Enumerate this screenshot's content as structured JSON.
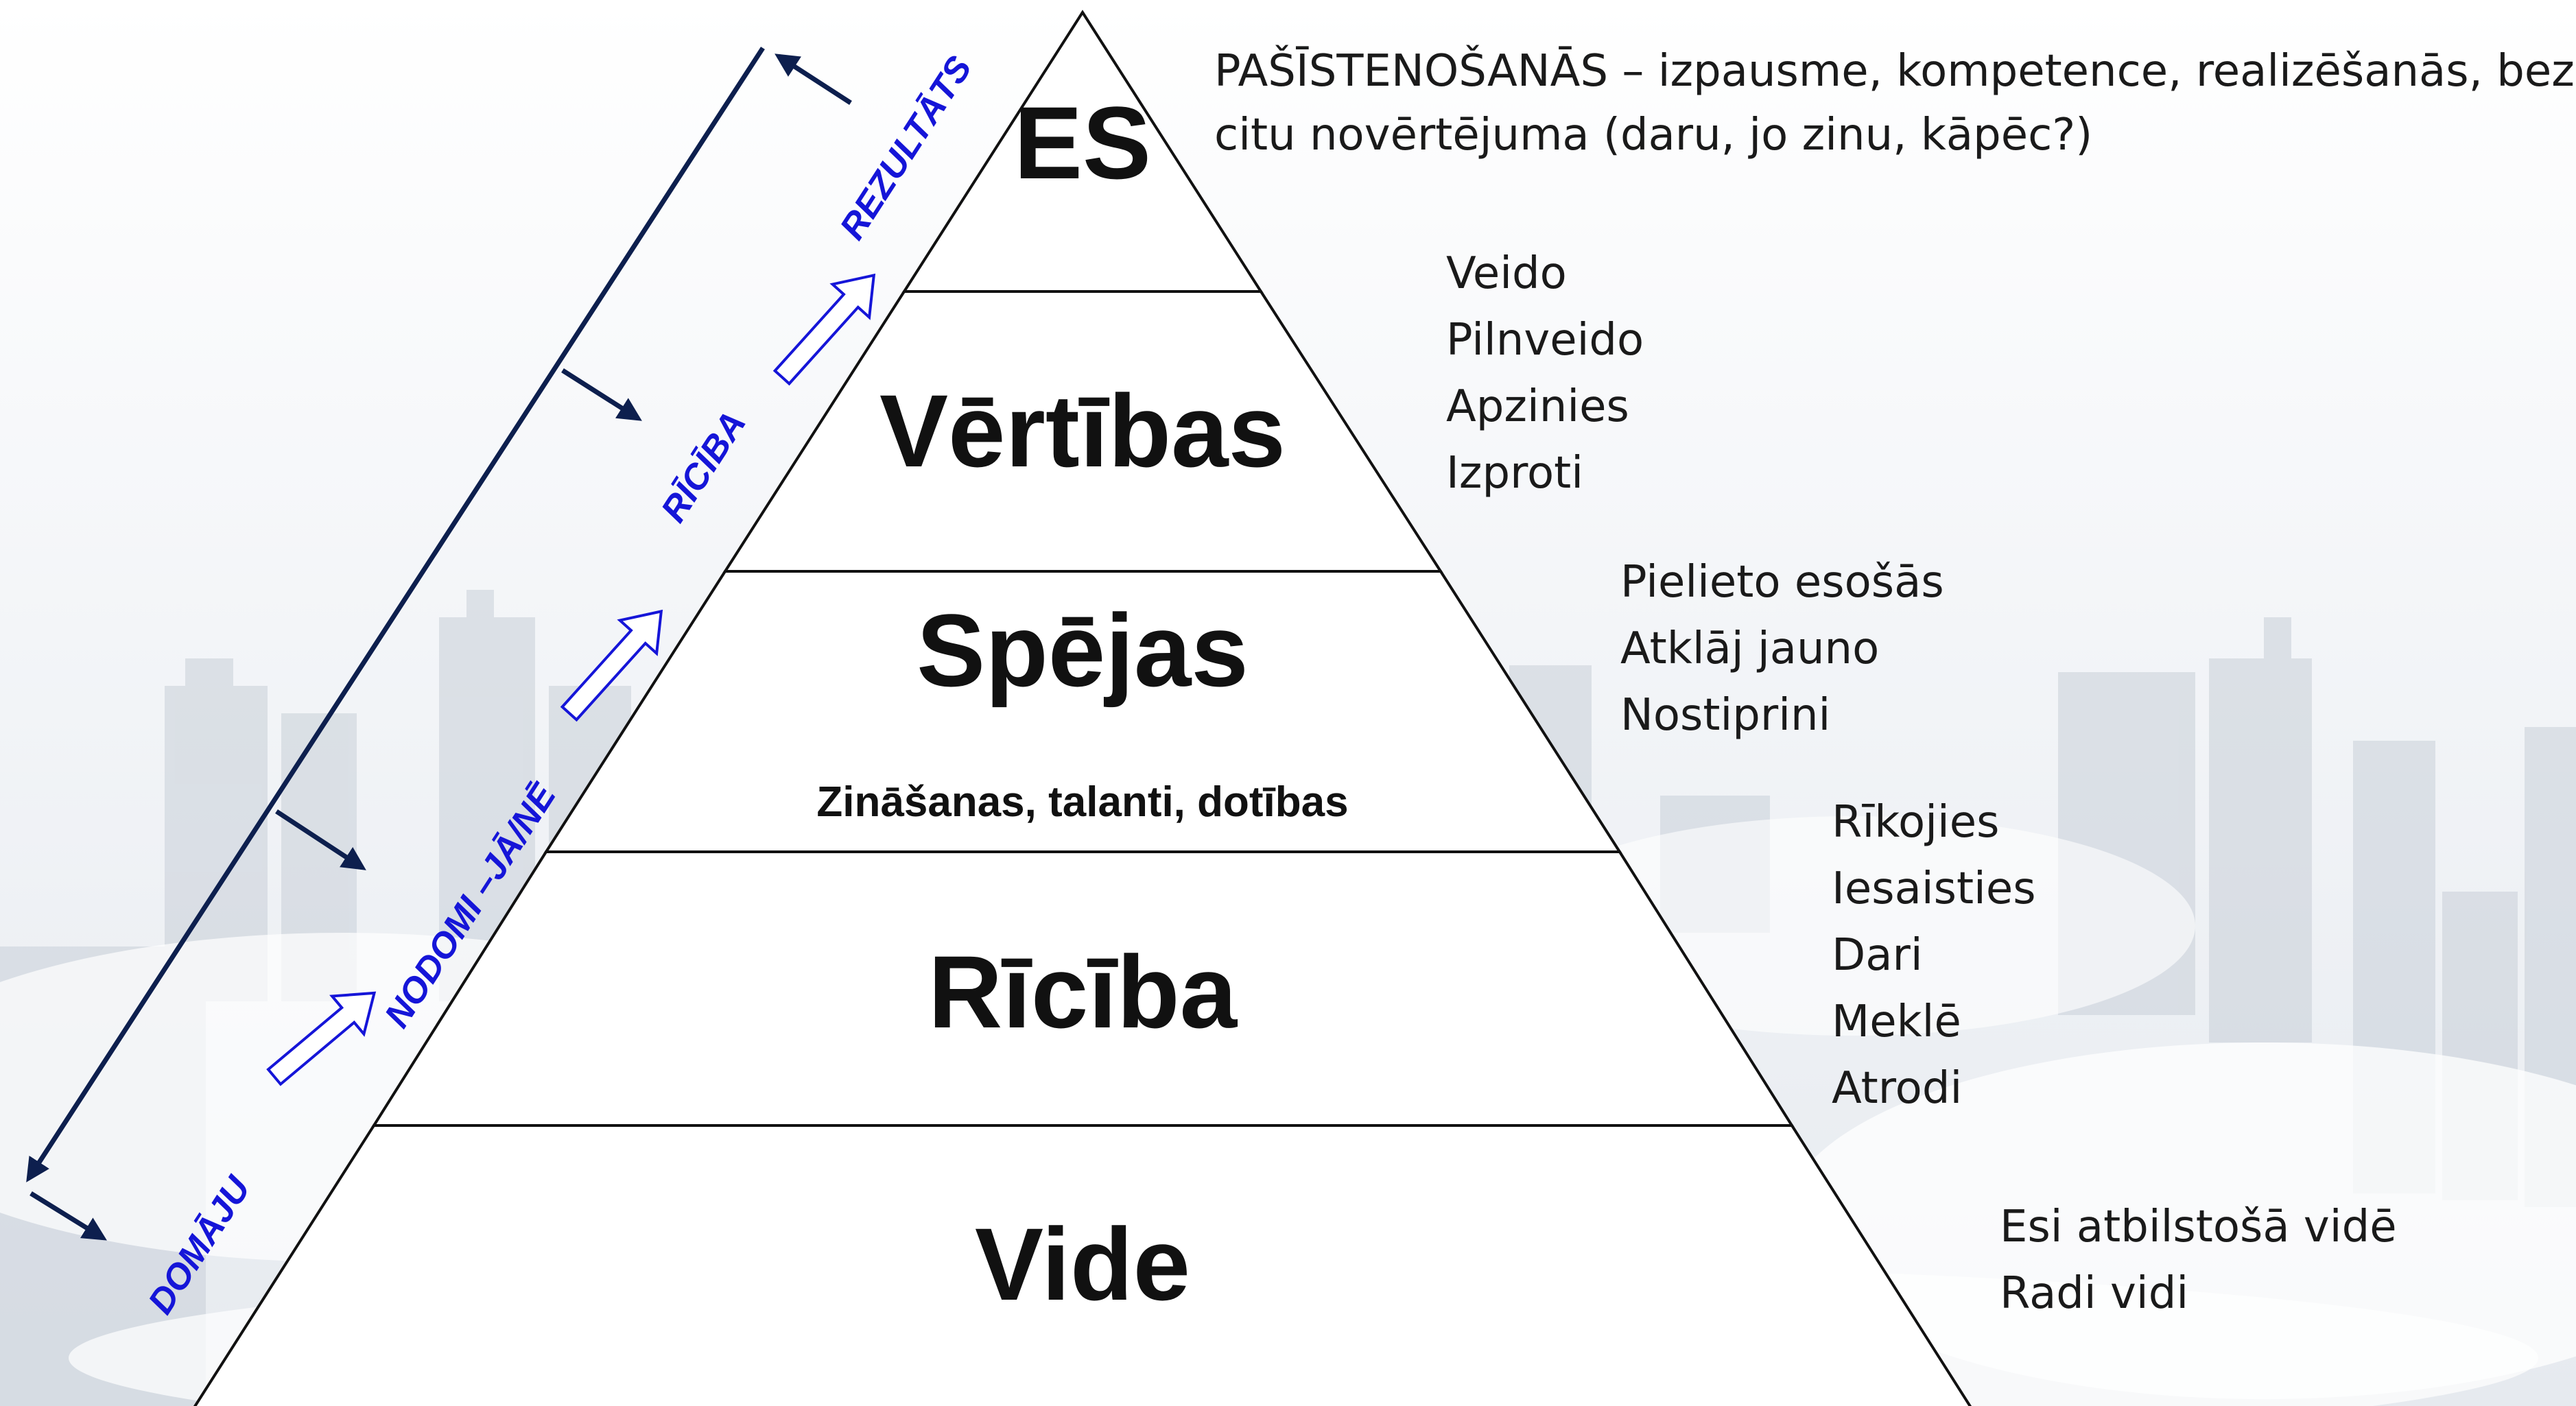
{
  "colors": {
    "pyramid_fill": "#ffffff",
    "pyramid_stroke": "#111111",
    "arrow_dark": "#0d1f4e",
    "stage_blue": "#1515d8",
    "text": "#1a1a1a"
  },
  "pyramid": {
    "tiers": [
      {
        "label": "ES",
        "sublabel": ""
      },
      {
        "label": "Vērtības",
        "sublabel": ""
      },
      {
        "label": "Spējas",
        "sublabel": "Zināšanas, talanti, dotības"
      },
      {
        "label": "Rīcība",
        "sublabel": ""
      },
      {
        "label": "Vide",
        "sublabel": ""
      }
    ]
  },
  "descriptions": {
    "es": [
      "PAŠĪSTENOŠANĀS – izpausme, kompetence, realizēšanās, bez",
      "citu novērtējuma (daru, jo zinu, kāpēc?)"
    ],
    "vertibas": [
      "Veido",
      "Pilnveido",
      "Apzinies",
      "Izproti"
    ],
    "spejas": [
      "Pielieto esošās",
      "Atklāj jauno",
      "Nostiprini"
    ],
    "riciba": [
      "Rīkojies",
      "Iesaisties",
      "Dari",
      "Meklē",
      "Atrodi"
    ],
    "vide": [
      "Esi atbilstošā vidē",
      "Radi vidi"
    ]
  },
  "stages": {
    "domaju": "DOMĀJU",
    "nodomi": "NODOMI –JĀ/NĒ",
    "riciba": "RĪCĪBA",
    "rezultats": "REZULTĀTS"
  },
  "icons": {
    "stage_arrow": "hollow-right-arrow-icon",
    "bracket_arrow": "arrowhead-icon"
  }
}
